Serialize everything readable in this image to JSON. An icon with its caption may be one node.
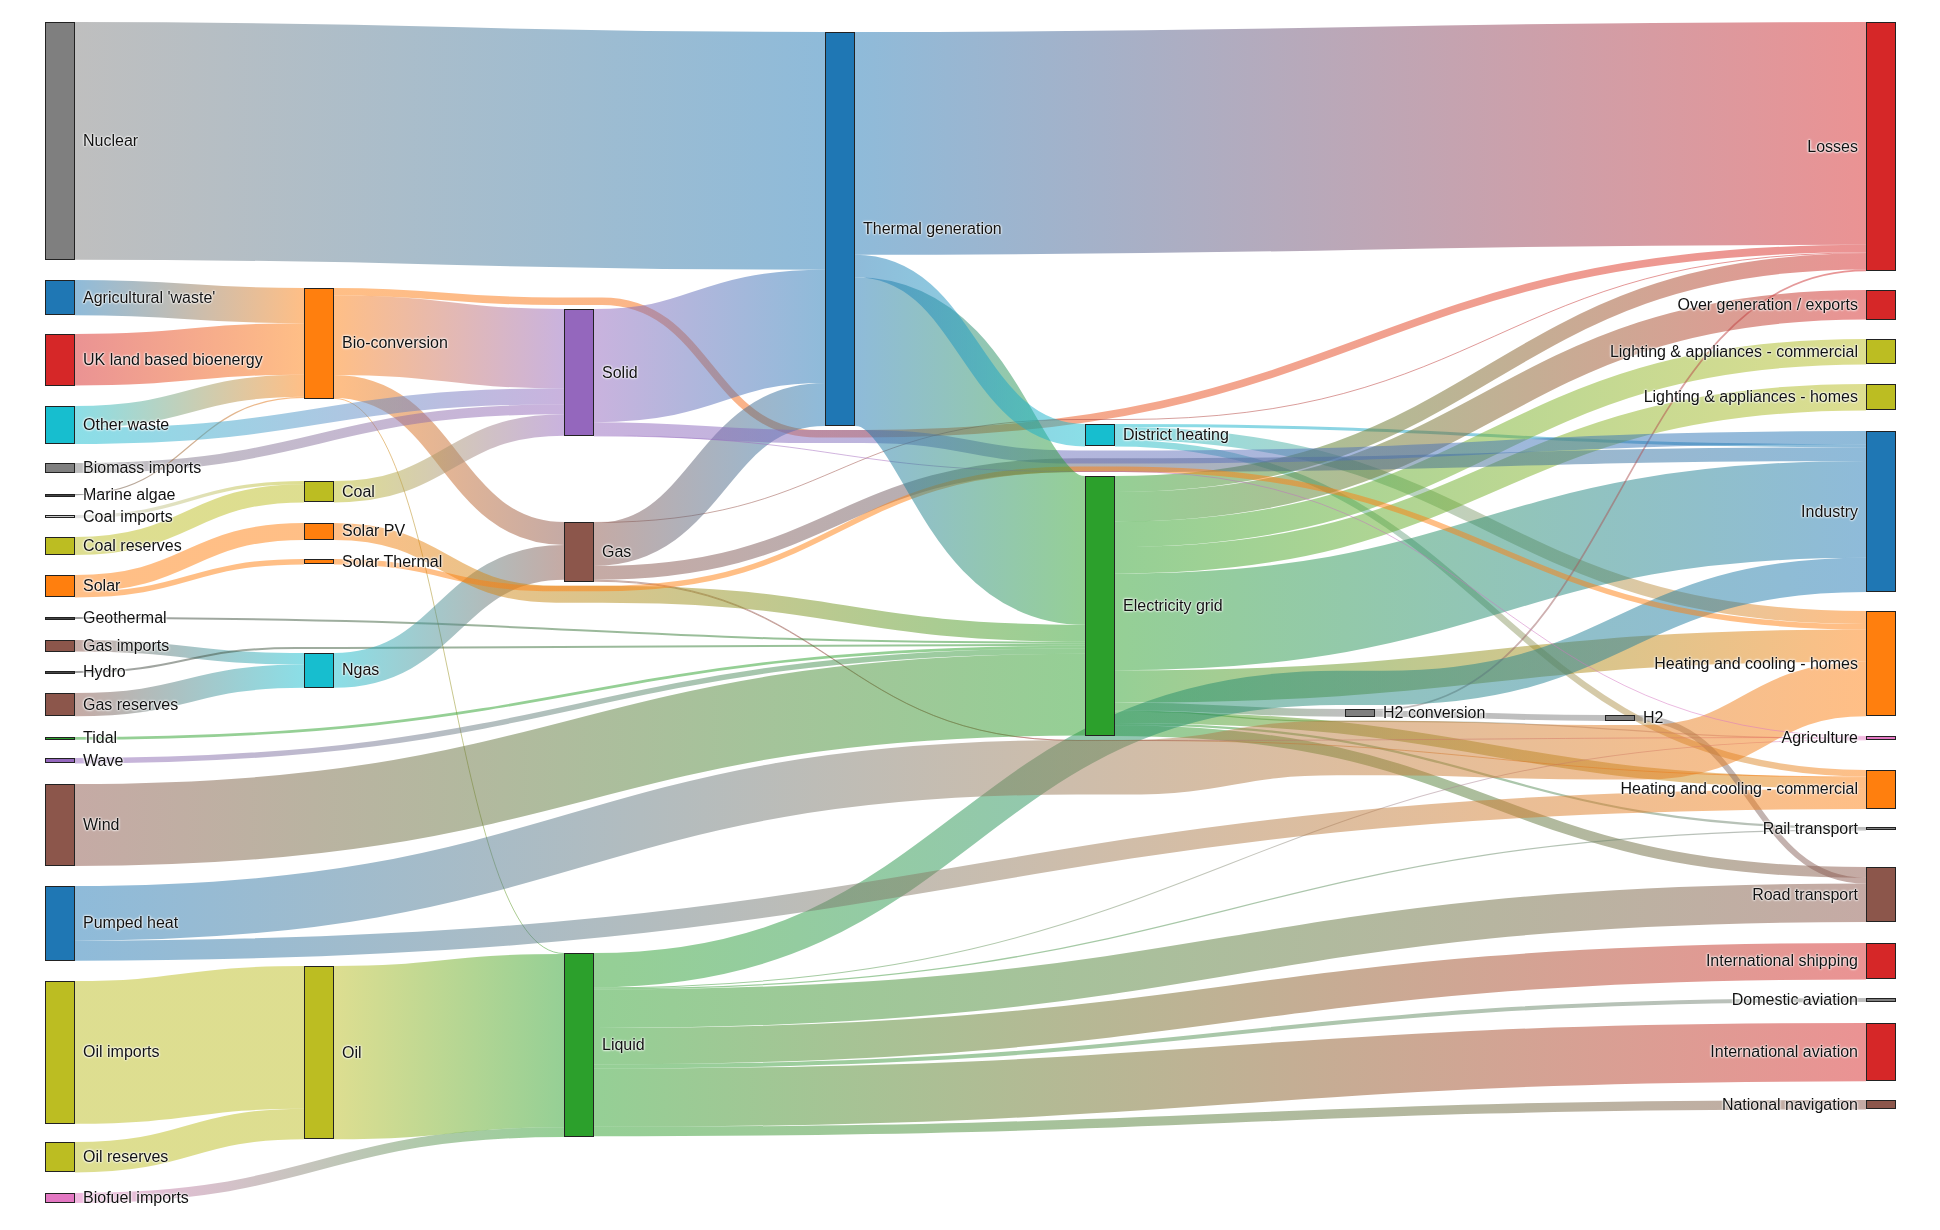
{
  "diagram": {
    "nodes": [
      {
        "text": [
          "Nuclear"
        ]
      },
      {
        "text": [
          "Agricultural 'waste'"
        ]
      },
      {
        "text": [
          "UK land based bioenergy"
        ]
      },
      {
        "text": [
          "Other waste"
        ]
      },
      {
        "text": [
          "Biomass imports"
        ]
      },
      {
        "text": [
          "Marine algae"
        ]
      },
      {
        "text": [
          "Coal imports"
        ]
      },
      {
        "text": [
          "Coal reserves"
        ]
      },
      {
        "text": [
          "Solar"
        ]
      },
      {
        "text": [
          "Geothermal"
        ]
      },
      {
        "text": [
          "Gas imports"
        ]
      },
      {
        "text": [
          "Hydro"
        ]
      },
      {
        "text": [
          "Gas reserves"
        ]
      },
      {
        "text": [
          "Tidal"
        ]
      },
      {
        "text": [
          "Wave"
        ]
      },
      {
        "text": [
          "Wind"
        ]
      },
      {
        "text": [
          "Pumped heat"
        ]
      },
      {
        "text": [
          "Oil imports"
        ]
      },
      {
        "text": [
          "Oil reserves"
        ]
      },
      {
        "text": [
          "Biofuel imports"
        ]
      },
      {
        "text": [
          "Bio-conversion"
        ]
      },
      {
        "text": [
          "Coal"
        ]
      },
      {
        "text": [
          "Solar PV"
        ]
      },
      {
        "text": [
          "Solar Thermal"
        ]
      },
      {
        "text": [
          "Ngas"
        ]
      },
      {
        "text": [
          "Oil"
        ]
      },
      {
        "text": [
          "Solid"
        ]
      },
      {
        "text": [
          "Gas"
        ]
      },
      {
        "text": [
          "Liquid"
        ]
      },
      {
        "text": [
          "Thermal generation"
        ]
      },
      {
        "text": [
          "District heating"
        ]
      },
      {
        "text": [
          "Electricity grid"
        ]
      },
      {
        "text": [
          "H2 conversion"
        ]
      },
      {
        "text": [
          "H2"
        ]
      },
      {
        "text": [
          "Losses"
        ]
      },
      {
        "text": [
          "Over generation / exports"
        ]
      },
      {
        "text": [
          "Lighting & appliances - commercial"
        ]
      },
      {
        "text": [
          "Lighting & appliances - homes"
        ]
      },
      {
        "text": [
          "Industry"
        ]
      },
      {
        "text": [
          "Heating and cooling - homes"
        ]
      },
      {
        "text": [
          "Agriculture"
        ]
      },
      {
        "text": [
          "Heating and cooling - commercial"
        ]
      },
      {
        "text": [
          "Rail transport"
        ]
      },
      {
        "text": [
          "Road transport"
        ]
      },
      {
        "text": [
          "International shipping"
        ]
      },
      {
        "text": [
          "Domestic aviation"
        ]
      },
      {
        "text": [
          "International aviation"
        ]
      },
      {
        "text": [
          "National navigation"
        ]
      }
    ],
    "edges": [
      {
        "from": 1,
        "to": 20,
        "arrow": "none"
      },
      {
        "from": 20,
        "to": 28,
        "arrow": "none"
      },
      {
        "from": 20,
        "to": 34,
        "arrow": "none"
      },
      {
        "from": 20,
        "to": 26,
        "arrow": "none"
      },
      {
        "from": 20,
        "to": 27,
        "arrow": "none"
      },
      {
        "from": 19,
        "to": 28,
        "arrow": "none"
      },
      {
        "from": 4,
        "to": 26,
        "arrow": "none"
      },
      {
        "from": 6,
        "to": 21,
        "arrow": "none"
      },
      {
        "from": 7,
        "to": 21,
        "arrow": "none"
      },
      {
        "from": 21,
        "to": 26,
        "arrow": "none"
      },
      {
        "from": 30,
        "to": 38,
        "arrow": "none"
      },
      {
        "from": 30,
        "to": 41,
        "arrow": "none"
      },
      {
        "from": 30,
        "to": 39,
        "arrow": "none"
      },
      {
        "from": 31,
        "to": 35,
        "arrow": "none"
      },
      {
        "from": 31,
        "to": 39,
        "arrow": "none"
      },
      {
        "from": 31,
        "to": 32,
        "arrow": "none"
      },
      {
        "from": 31,
        "to": 38,
        "arrow": "none"
      },
      {
        "from": 31,
        "to": 43,
        "arrow": "none"
      },
      {
        "from": 31,
        "to": 40,
        "arrow": "none"
      },
      {
        "from": 31,
        "to": 41,
        "arrow": "none"
      },
      {
        "from": 31,
        "to": 34,
        "arrow": "none"
      },
      {
        "from": 31,
        "to": 42,
        "arrow": "none"
      },
      {
        "from": 31,
        "to": 36,
        "arrow": "none"
      },
      {
        "from": 31,
        "to": 37,
        "arrow": "none"
      },
      {
        "from": 10,
        "to": 24,
        "arrow": "none"
      },
      {
        "from": 12,
        "to": 24,
        "arrow": "none"
      },
      {
        "from": 27,
        "to": 41,
        "arrow": "none"
      },
      {
        "from": 27,
        "to": 34,
        "arrow": "none"
      },
      {
        "from": 27,
        "to": 29,
        "arrow": "none"
      },
      {
        "from": 27,
        "to": 40,
        "arrow": "none"
      },
      {
        "from": 27,
        "to": 38,
        "arrow": "none"
      },
      {
        "from": 9,
        "to": 31,
        "arrow": "none"
      },
      {
        "from": 32,
        "to": 33,
        "arrow": "none"
      },
      {
        "from": 32,
        "to": 34,
        "arrow": "none"
      },
      {
        "from": 33,
        "to": 43,
        "arrow": "none"
      },
      {
        "from": 11,
        "to": 31,
        "arrow": "none"
      },
      {
        "from": 28,
        "to": 38,
        "arrow": "none"
      },
      {
        "from": 28,
        "to": 44,
        "arrow": "none"
      },
      {
        "from": 28,
        "to": 43,
        "arrow": "none"
      },
      {
        "from": 28,
        "to": 45,
        "arrow": "none"
      },
      {
        "from": 28,
        "to": 46,
        "arrow": "none"
      },
      {
        "from": 28,
        "to": 40,
        "arrow": "none"
      },
      {
        "from": 28,
        "to": 47,
        "arrow": "none"
      },
      {
        "from": 28,
        "to": 42,
        "arrow": "none"
      },
      {
        "from": 5,
        "to": 20,
        "arrow": "none"
      },
      {
        "from": 24,
        "to": 27,
        "arrow": "none"
      },
      {
        "from": 0,
        "to": 29,
        "arrow": "none"
      },
      {
        "from": 17,
        "to": 25,
        "arrow": "none"
      },
      {
        "from": 18,
        "to": 25,
        "arrow": "none"
      },
      {
        "from": 25,
        "to": 28,
        "arrow": "none"
      },
      {
        "from": 3,
        "to": 26,
        "arrow": "none"
      },
      {
        "from": 3,
        "to": 20,
        "arrow": "none"
      },
      {
        "from": 16,
        "to": 39,
        "arrow": "none"
      },
      {
        "from": 16,
        "to": 41,
        "arrow": "none"
      },
      {
        "from": 22,
        "to": 31,
        "arrow": "none"
      },
      {
        "from": 23,
        "to": 39,
        "arrow": "none"
      },
      {
        "from": 8,
        "to": 23,
        "arrow": "none"
      },
      {
        "from": 8,
        "to": 22,
        "arrow": "none"
      },
      {
        "from": 26,
        "to": 40,
        "arrow": "none"
      },
      {
        "from": 26,
        "to": 29,
        "arrow": "none"
      },
      {
        "from": 26,
        "to": 38,
        "arrow": "none"
      },
      {
        "from": 29,
        "to": 31,
        "arrow": "none"
      },
      {
        "from": 29,
        "to": 34,
        "arrow": "none"
      },
      {
        "from": 29,
        "to": 30,
        "arrow": "none"
      },
      {
        "from": 13,
        "to": 31,
        "arrow": "none"
      },
      {
        "from": 2,
        "to": 20,
        "arrow": "none"
      },
      {
        "from": 14,
        "to": 31,
        "arrow": "none"
      },
      {
        "from": 15,
        "to": 31,
        "arrow": "none"
      }
    ]
  }
}
